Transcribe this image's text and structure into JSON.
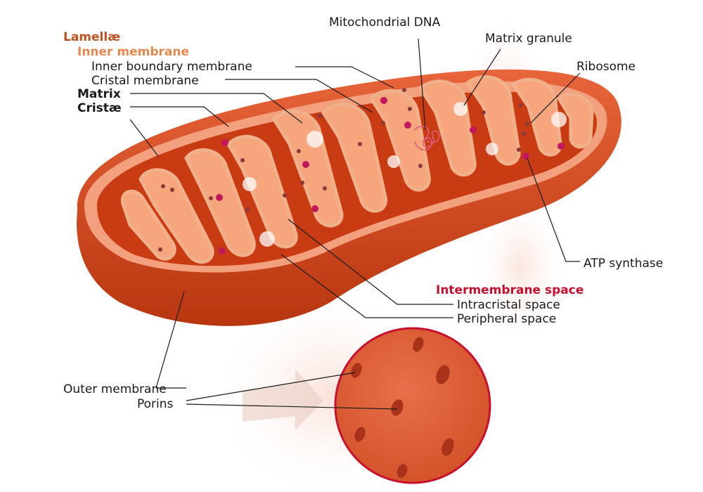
{
  "colors": {
    "lamellae": "#c0501f",
    "inner_membrane": "#e8874f",
    "intermembrane_space": "#c8102e",
    "text": "#1a1a1a",
    "outer_membrane": "#d4481a",
    "outer_membrane_dark": "#b83710",
    "intermembrane": "#e87a55",
    "matrix": "#f7a57d",
    "cristae_edge": "#f0b08a",
    "atp_synthase": "#c2185b",
    "ribosome": "#8a3a3a",
    "porin": "#a8321a"
  },
  "labels": {
    "lamellae": "Lamellæ",
    "inner_membrane": "Inner membrane",
    "inner_boundary_membrane": "Inner boundary membrane",
    "cristal_membrane": "Cristal membrane",
    "matrix": "Matrix",
    "cristae": "Cristæ",
    "mitochondrial_dna": "Mitochondrial DNA",
    "matrix_granule": "Matrix granule",
    "ribosome": "Ribosome",
    "atp_synthase": "ATP synthase",
    "intermembrane_space": "Intermembrane space",
    "intracristal_space": "Intracristal space",
    "peripheral_space": "Peripheral space",
    "outer_membrane": "Outer membrane",
    "porins": "Porins"
  }
}
